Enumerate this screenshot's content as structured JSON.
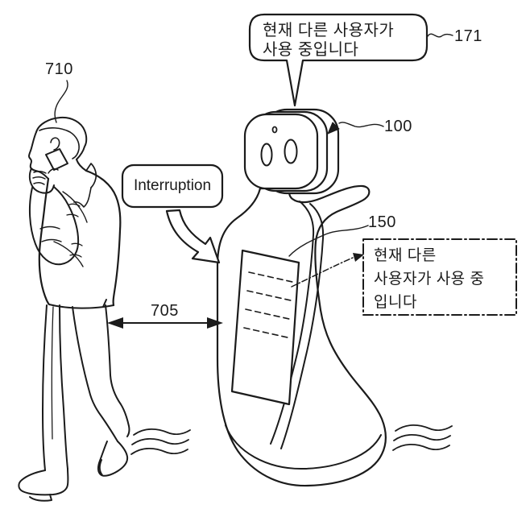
{
  "figure": {
    "type": "patent-diagram-robot-interruption",
    "background_color": "#ffffff",
    "line_color": "#1b1b1b",
    "speech_bubble": {
      "ref": "171",
      "line1": "현재 다른 사용자가",
      "line2": "사용 중입니다"
    },
    "interruption": {
      "label": "Interruption"
    },
    "references": {
      "person": "710",
      "robot": "100",
      "screen": "150",
      "distance": "705"
    },
    "screen_message_box": {
      "ref": "150",
      "line1": "현재 다른",
      "line2": "사용자가 사용 중",
      "line3": "입니다"
    }
  }
}
